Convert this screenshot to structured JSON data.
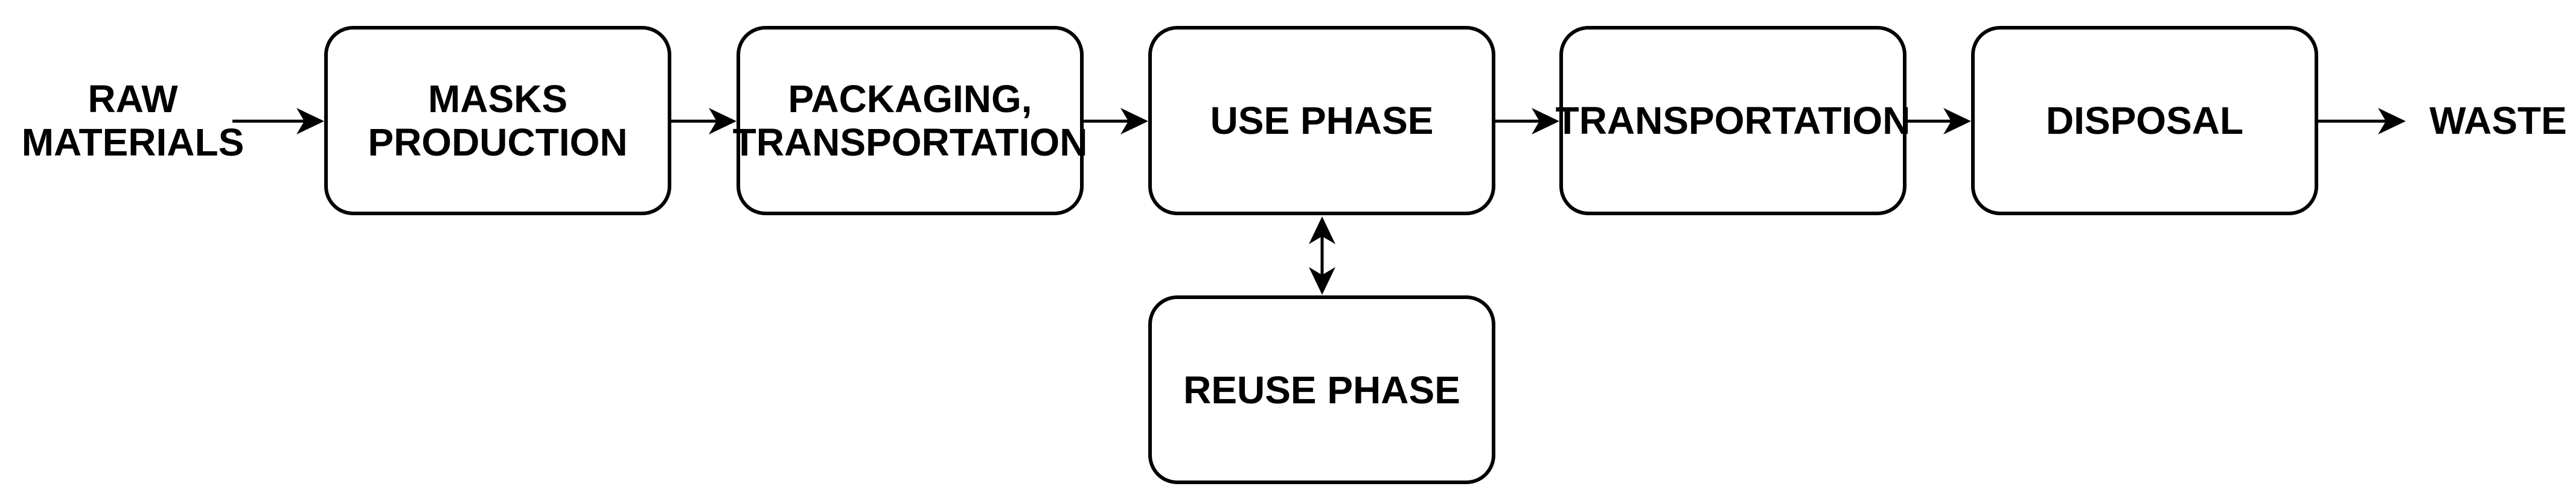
{
  "diagram": {
    "type": "flowchart",
    "title": "Masks life cycle flow",
    "direction": "left-to-right",
    "colors": {
      "background": "#ffffff",
      "stroke": "#000000",
      "text": "#000000",
      "node_fill": "#ffffff"
    },
    "nodes": [
      {
        "id": "raw-materials",
        "label": "RAW\nMATERIALS",
        "shape": "plain-text"
      },
      {
        "id": "masks-production",
        "label": "MASKS\nPRODUCTION",
        "shape": "rounded-rectangle"
      },
      {
        "id": "packaging-transportation",
        "label": "PACKAGING,\nTRANSPORTATION",
        "shape": "rounded-rectangle"
      },
      {
        "id": "use-phase",
        "label": "USE PHASE",
        "shape": "rounded-rectangle"
      },
      {
        "id": "reuse-phase",
        "label": "REUSE PHASE",
        "shape": "rounded-rectangle"
      },
      {
        "id": "transportation",
        "label": "TRANSPORTATION",
        "shape": "rounded-rectangle"
      },
      {
        "id": "disposal",
        "label": "DISPOSAL",
        "shape": "rounded-rectangle"
      },
      {
        "id": "waste",
        "label": "WASTE",
        "shape": "plain-text"
      }
    ],
    "edges": [
      {
        "from": "raw-materials",
        "to": "masks-production",
        "style": "single-arrow"
      },
      {
        "from": "masks-production",
        "to": "packaging-transportation",
        "style": "single-arrow"
      },
      {
        "from": "packaging-transportation",
        "to": "use-phase",
        "style": "single-arrow"
      },
      {
        "from": "use-phase",
        "to": "transportation",
        "style": "single-arrow"
      },
      {
        "from": "use-phase",
        "to": "reuse-phase",
        "style": "double-arrow"
      },
      {
        "from": "transportation",
        "to": "disposal",
        "style": "single-arrow"
      },
      {
        "from": "disposal",
        "to": "waste",
        "style": "single-arrow"
      }
    ]
  }
}
